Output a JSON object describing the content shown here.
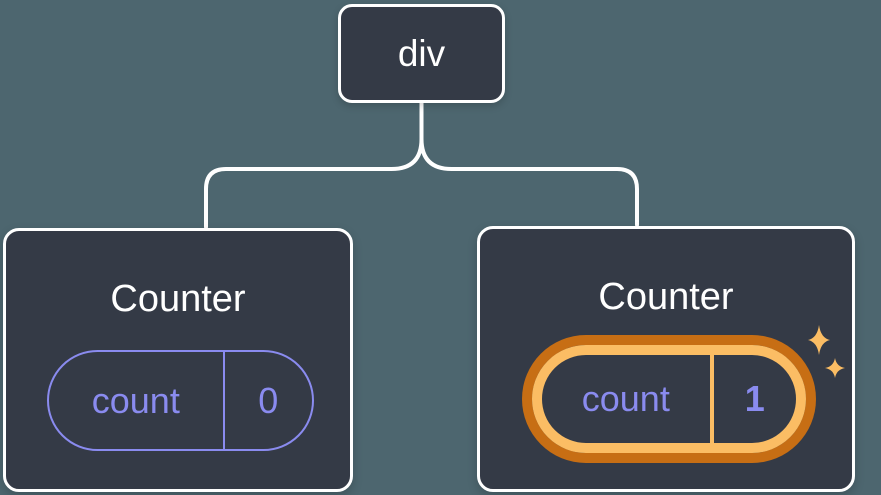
{
  "diagram": {
    "description": "Component tree: a div root element with two Counter children; each Counter holds a count state pill; the second Counter's state is highlighted as newly updated",
    "root": {
      "label": "div"
    },
    "children": [
      {
        "title": "Counter",
        "state_key": "count",
        "state_value": "0",
        "highlighted": false
      },
      {
        "title": "Counter",
        "state_key": "count",
        "state_value": "1",
        "highlighted": true
      }
    ]
  },
  "icons": {
    "sparkles": "two four-point sparkle stars marking the highlighted state pill"
  },
  "colors": {
    "background": "#4D666F",
    "node_fill": "#343A46",
    "node_border": "#FFFFFF",
    "connector": "#FFFFFF",
    "state_accent": "#8A8BEF",
    "highlight_inner": "#FBBD64",
    "highlight_outer": "#C76E14",
    "text_primary": "#FFFFFF"
  }
}
